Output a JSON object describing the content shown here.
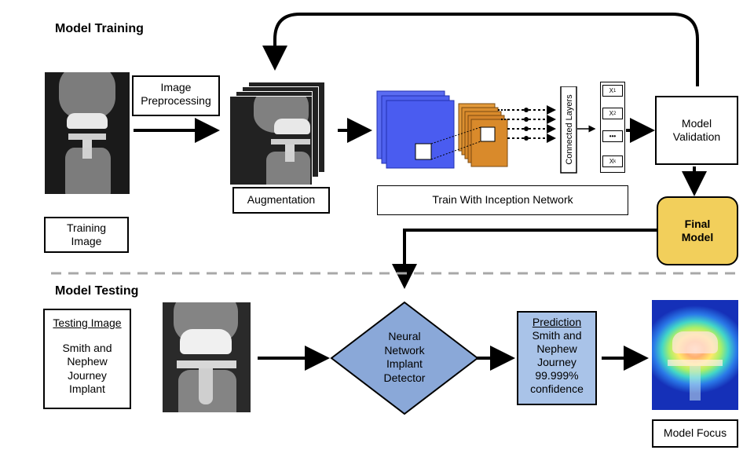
{
  "training": {
    "title": "Model Training",
    "image_preprocessing": [
      "Image",
      "Preprocessing"
    ],
    "training_image": [
      "Training",
      "Image"
    ],
    "augmentation": "Augmentation",
    "connected_layers": "Connected Layers",
    "outputs": [
      "X",
      "X",
      "•••",
      "X"
    ],
    "output_subscripts": [
      "1",
      "2",
      "",
      "k"
    ],
    "train_network": "Train With Inception Network",
    "model_validation": [
      "Model",
      "Validation"
    ],
    "final_model": [
      "Final",
      "Model"
    ]
  },
  "testing": {
    "title": "Model Testing",
    "testing_image_header": "Testing Image",
    "testing_image_body": [
      "Smith and",
      "Nephew",
      "Journey",
      "Implant"
    ],
    "detector": [
      "Neural",
      "Network",
      "Implant",
      "Detector"
    ],
    "prediction_header": "Prediction",
    "prediction_body": [
      "Smith and",
      "Nephew",
      "Journey",
      "99.999%",
      "confidence"
    ],
    "model_focus": "Model Focus"
  },
  "colors": {
    "blue_layer": "#4a5cf0",
    "orange_layer": "#d98a2b",
    "final_model_fill": "#f2cf5b",
    "detector_fill": "#8aa8d8",
    "prediction_fill": "#a9c3e8",
    "divider": "#a8a8a8"
  }
}
